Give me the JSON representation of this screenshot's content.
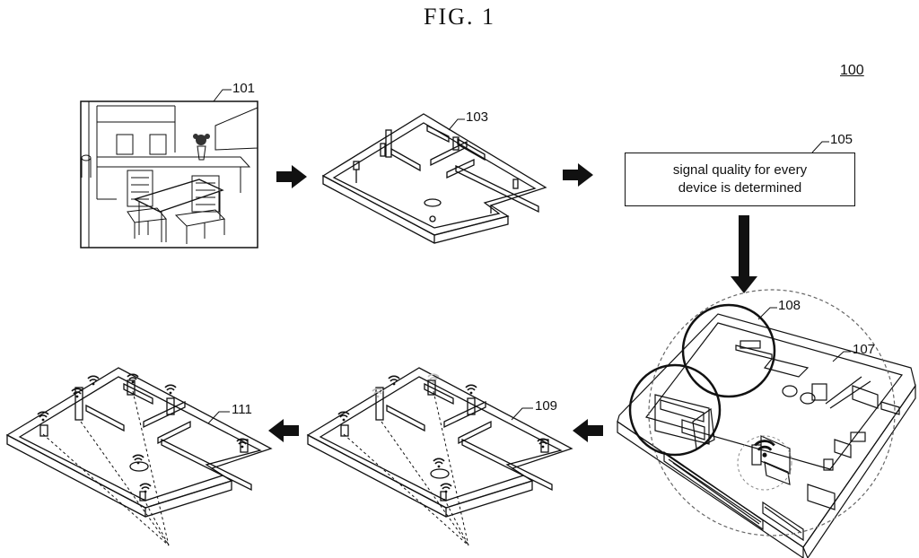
{
  "figure": {
    "title": "FIG. 1",
    "ref_main": "100"
  },
  "steps": {
    "s101": {
      "ref": "101"
    },
    "s103": {
      "ref": "103"
    },
    "s105": {
      "ref": "105",
      "line1": "signal quality for every",
      "line2": "device is determined"
    },
    "s107": {
      "ref": "107"
    },
    "s108": {
      "ref": "108"
    },
    "s109": {
      "ref": "109"
    },
    "s111": {
      "ref": "111"
    }
  },
  "icons": {
    "flow_arrow": "arrow-right-icon",
    "flow_arrow_left": "arrow-left-icon",
    "flow_arrow_down": "arrow-down-icon",
    "signal": "wifi-signal-icon"
  }
}
